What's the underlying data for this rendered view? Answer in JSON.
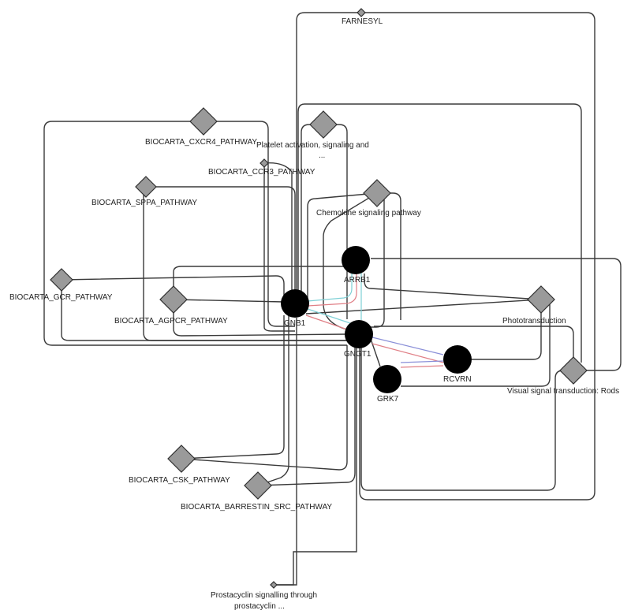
{
  "genes": [
    {
      "id": "ARRB1",
      "label": "ARRB1"
    },
    {
      "id": "GNB1",
      "label": "GNB1"
    },
    {
      "id": "GNGT1",
      "label": "GNGT1"
    },
    {
      "id": "RCVRN",
      "label": "RCVRN"
    },
    {
      "id": "GRK7",
      "label": "GRK7"
    }
  ],
  "pathways": [
    {
      "id": "farnesyl",
      "label": "FARNESYL"
    },
    {
      "id": "cxcr4",
      "label": "BIOCARTA_CXCR4_PATHWAY"
    },
    {
      "id": "platelet",
      "label_line1": "Platelet activation, signaling and",
      "label_line2": "..."
    },
    {
      "id": "ccr3",
      "label": "BIOCARTA_CCR3_PATHWAY"
    },
    {
      "id": "sppa",
      "label": "BIOCARTA_SPPA_PATHWAY"
    },
    {
      "id": "chemokine",
      "label": "Chemokine signaling pathway"
    },
    {
      "id": "gcr",
      "label": "BIOCARTA_GCR_PATHWAY"
    },
    {
      "id": "agpcr",
      "label": "BIOCARTA_AGPCR_PATHWAY"
    },
    {
      "id": "phototransduction",
      "label": "Phototransduction"
    },
    {
      "id": "visual",
      "label": "Visual signal transduction: Rods"
    },
    {
      "id": "csk",
      "label": "BIOCARTA_CSK_PATHWAY"
    },
    {
      "id": "barrestin",
      "label": "BIOCARTA_BARRESTIN_SRC_PATHWAY"
    },
    {
      "id": "prostacyclin",
      "label_line1": "Prostacyclin signalling through",
      "label_line2": "prostacyclin ..."
    }
  ],
  "colors": {
    "pathway_fill": "#9a9a9a",
    "gene_fill": "#000000",
    "edge": "#3a3a3a",
    "edge_cyan": "#7fd0d6",
    "edge_red": "#e07f86",
    "edge_blue": "#8a8fd8"
  }
}
